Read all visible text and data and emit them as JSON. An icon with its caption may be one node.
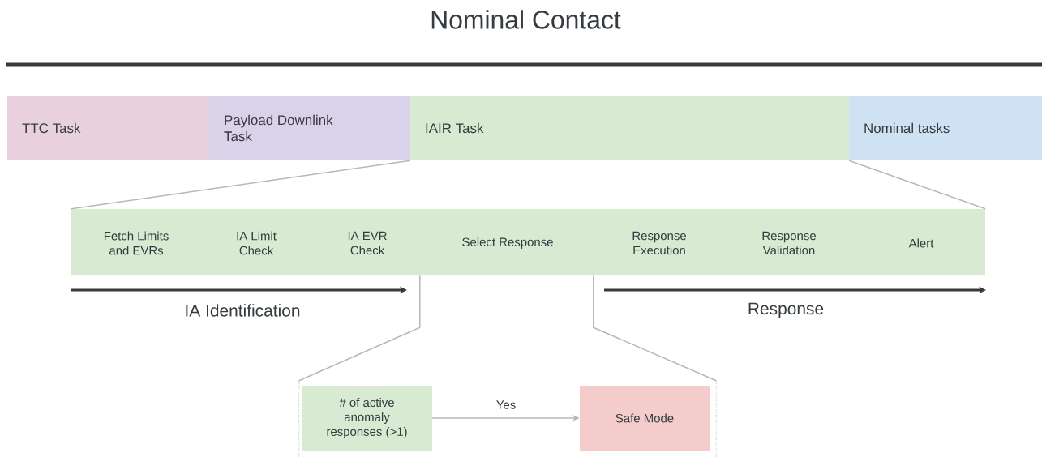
{
  "diagram": {
    "title": "Nominal Contact",
    "nodes": [
      {
        "text": [
          "TTC Task"
        ]
      },
      {
        "text": [
          "Payload Downlink Task"
        ]
      },
      {
        "text": [
          "IAIR Task"
        ]
      },
      {
        "text": [
          "Nominal tasks"
        ]
      },
      {
        "text": [],
        "shape": "box"
      },
      {
        "text": [
          "Fetch Limits and EVRs"
        ],
        "in": 4
      },
      {
        "text": [
          "IA Limit Check"
        ],
        "in": 4
      },
      {
        "text": [
          "IA EVR Check"
        ],
        "in": 4
      },
      {
        "text": [
          "Select Response"
        ],
        "in": 4
      },
      {
        "text": [
          "Response Execution"
        ],
        "in": 4
      },
      {
        "text": [
          "Response Validation"
        ],
        "in": 4
      },
      {
        "text": [
          "Alert"
        ],
        "in": 4
      },
      {
        "text": [],
        "shape": "box"
      },
      {
        "text": [
          "# of active anomaly responses (>1)"
        ],
        "in": 12
      },
      {
        "text": [
          "Safe Mode"
        ],
        "in": 12
      }
    ],
    "edges": [
      {
        "from": 2,
        "to": 4,
        "arrow": "none"
      },
      {
        "from": 2,
        "to": 4,
        "arrow": "none"
      },
      {
        "from": 4,
        "to": 12,
        "arrow": "none"
      },
      {
        "from": 4,
        "to": 12,
        "arrow": "none"
      },
      {
        "from": 13,
        "to": 14,
        "arrow": "to",
        "label": "Yes"
      }
    ],
    "labels": [
      "IA Identification",
      "Response"
    ]
  }
}
